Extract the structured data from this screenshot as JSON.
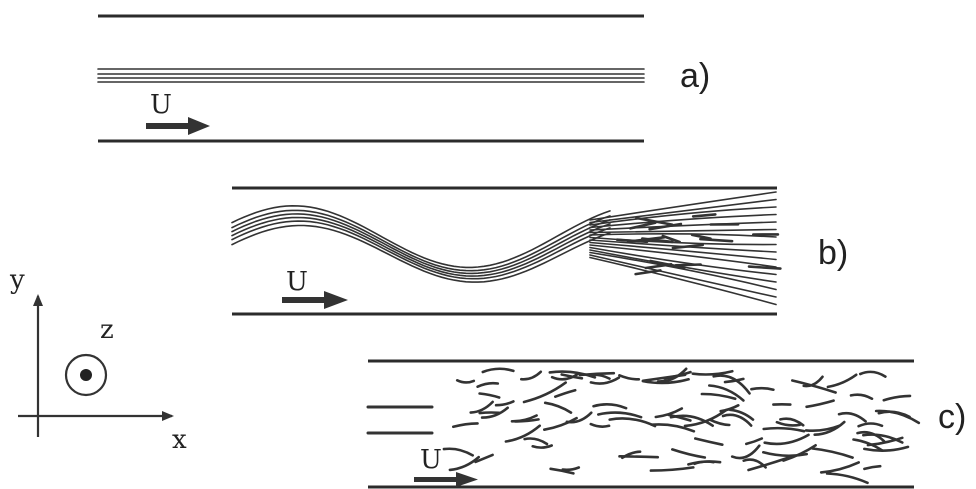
{
  "panels": [
    {
      "id": "a",
      "caption": "a)",
      "velocity_label": "U",
      "regime": "laminar"
    },
    {
      "id": "b",
      "caption": "b)",
      "velocity_label": "U",
      "regime": "transitional"
    },
    {
      "id": "c",
      "caption": "c)",
      "velocity_label": "U",
      "regime": "turbulent"
    }
  ],
  "axes": {
    "x_label": "x",
    "y_label": "y",
    "z_label": "z"
  },
  "colors": {
    "ink": "#2b2b2b",
    "background": "#ffffff"
  },
  "icons": [
    "arrow-right-icon",
    "out-of-plane-axis-icon"
  ]
}
